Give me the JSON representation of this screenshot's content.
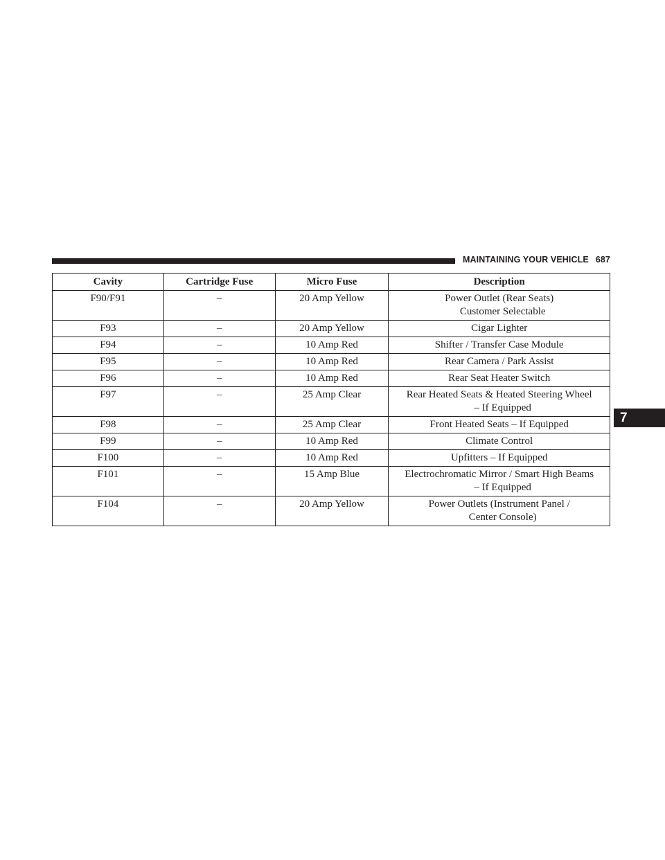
{
  "header": {
    "section_title": "MAINTAINING YOUR VEHICLE",
    "page_number": "687"
  },
  "chapter_tab": "7",
  "table": {
    "columns": [
      "Cavity",
      "Cartridge Fuse",
      "Micro Fuse",
      "Description"
    ],
    "rows": [
      {
        "cavity": "F90/F91",
        "cartridge": "–",
        "micro": "20 Amp Yellow",
        "desc": [
          "Power Outlet (Rear Seats)",
          "Customer Selectable"
        ]
      },
      {
        "cavity": "F93",
        "cartridge": "–",
        "micro": "20 Amp Yellow",
        "desc": [
          "Cigar Lighter"
        ]
      },
      {
        "cavity": "F94",
        "cartridge": "–",
        "micro": "10 Amp Red",
        "desc": [
          "Shifter / Transfer Case Module"
        ]
      },
      {
        "cavity": "F95",
        "cartridge": "–",
        "micro": "10 Amp Red",
        "desc": [
          "Rear Camera / Park Assist"
        ]
      },
      {
        "cavity": "F96",
        "cartridge": "–",
        "micro": "10 Amp Red",
        "desc": [
          "Rear Seat Heater Switch"
        ]
      },
      {
        "cavity": "F97",
        "cartridge": "–",
        "micro": "25 Amp Clear",
        "desc": [
          "Rear Heated Seats & Heated Steering Wheel",
          "– If Equipped"
        ]
      },
      {
        "cavity": "F98",
        "cartridge": "–",
        "micro": "25 Amp Clear",
        "desc": [
          "Front Heated Seats – If Equipped"
        ]
      },
      {
        "cavity": "F99",
        "cartridge": "–",
        "micro": "10 Amp Red",
        "desc": [
          "Climate Control"
        ]
      },
      {
        "cavity": "F100",
        "cartridge": "–",
        "micro": "10 Amp Red",
        "desc": [
          "Upfitters – If Equipped"
        ]
      },
      {
        "cavity": "F101",
        "cartridge": "–",
        "micro": "15 Amp Blue",
        "desc": [
          "Electrochromatic Mirror / Smart High Beams",
          "– If Equipped"
        ]
      },
      {
        "cavity": "F104",
        "cartridge": "–",
        "micro": "20 Amp Yellow",
        "desc": [
          "Power Outlets (Instrument Panel /",
          "Center Console)"
        ]
      }
    ]
  }
}
